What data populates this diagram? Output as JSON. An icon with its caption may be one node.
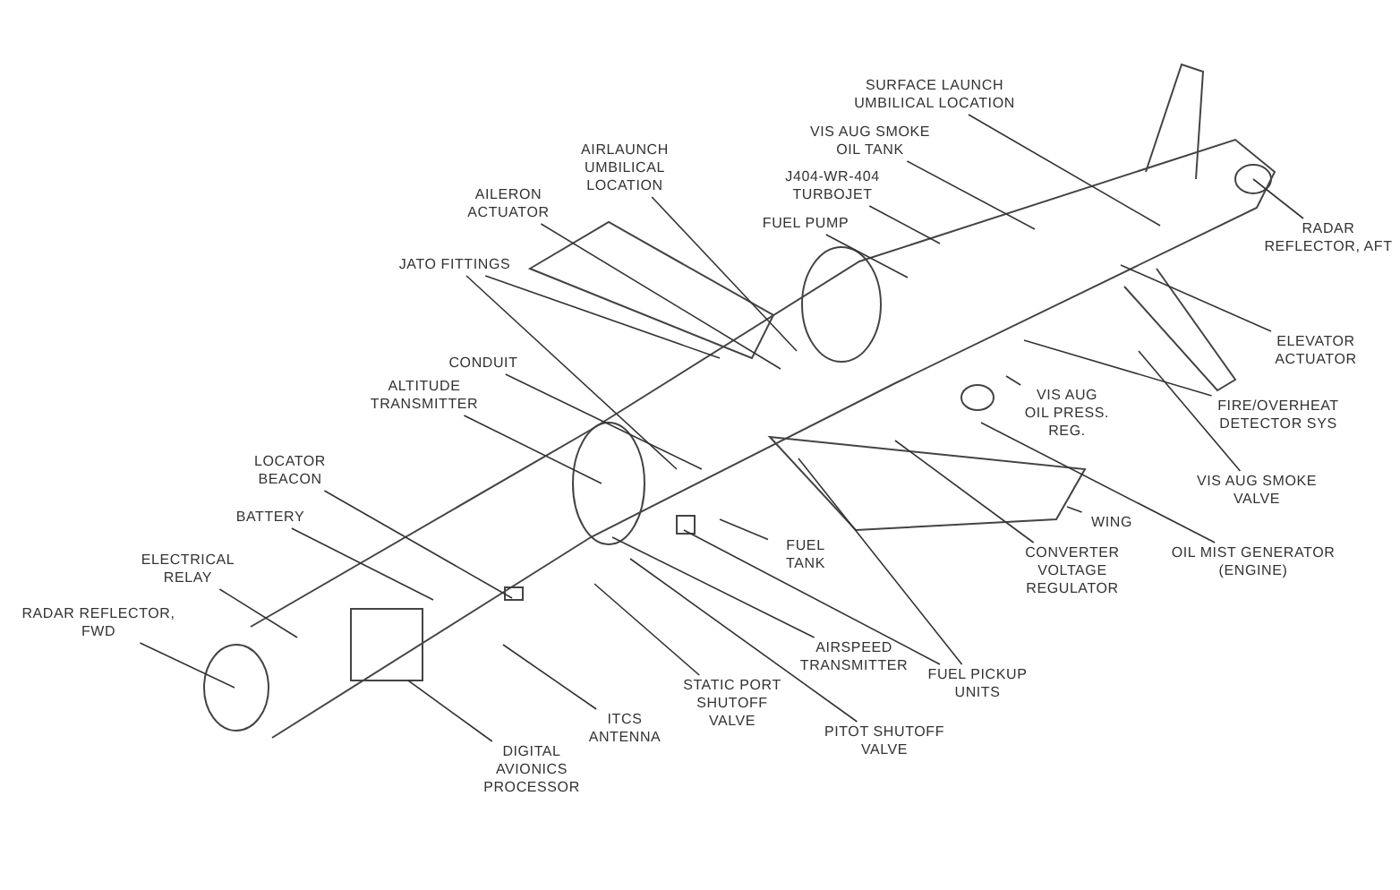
{
  "diagram": {
    "nodes": [
      {
        "text": [
          "SURFACE LAUNCH UMBILICAL LOCATION"
        ]
      },
      {
        "text": [
          "VIS AUG SMOKE OIL TANK"
        ]
      },
      {
        "text": [
          "J404-WR-404 TURBOJET"
        ]
      },
      {
        "text": [
          "FUEL PUMP"
        ]
      },
      {
        "text": [
          "AIRLAUNCH UMBILICAL LOCATION"
        ]
      },
      {
        "text": [
          "AILERON ACTUATOR"
        ]
      },
      {
        "text": [
          "JATO FITTINGS"
        ]
      },
      {
        "text": [
          "CONDUIT"
        ]
      },
      {
        "text": [
          "ALTITUDE TRANSMITTER"
        ]
      },
      {
        "text": [
          "LOCATOR BEACON"
        ]
      },
      {
        "text": [
          "BATTERY"
        ]
      },
      {
        "text": [
          "ELECTRICAL RELAY"
        ]
      },
      {
        "text": [
          "RADAR REFLECTOR, FWD"
        ]
      },
      {
        "text": [
          "DIGITAL AVIONICS PROCESSOR"
        ]
      },
      {
        "text": [
          "ITCS ANTENNA"
        ]
      },
      {
        "text": [
          "STATIC PORT SHUTOFF VALVE"
        ]
      },
      {
        "text": [
          "PITOT SHUTOFF VALVE"
        ]
      },
      {
        "text": [
          "AIRSPEED TRANSMITTER"
        ]
      },
      {
        "text": [
          "FUEL PICKUP UNITS"
        ]
      },
      {
        "text": [
          "FUEL TANK"
        ]
      },
      {
        "text": [
          "CONVERTER VOLTAGE REGULATOR"
        ]
      },
      {
        "text": [
          "WING"
        ]
      },
      {
        "text": [
          "OIL MIST GENERATOR (ENGINE)"
        ]
      },
      {
        "text": [
          "VIS AUG SMOKE VALVE"
        ]
      },
      {
        "text": [
          "VIS AUG OIL PRESS. REG."
        ]
      },
      {
        "text": [
          "FIRE/OVERHEAT DETECTOR SYS"
        ]
      },
      {
        "text": [
          "ELEVATOR ACTUATOR"
        ]
      },
      {
        "text": [
          "RADAR REFLECTOR, AFT"
        ]
      }
    ],
    "edges": [
      {
        "from": 0,
        "to": null,
        "arrow": "none"
      },
      {
        "from": 1,
        "to": null,
        "arrow": "none"
      },
      {
        "from": 2,
        "to": null,
        "arrow": "none"
      },
      {
        "from": 3,
        "to": null,
        "arrow": "none"
      },
      {
        "from": 4,
        "to": null,
        "arrow": "none"
      },
      {
        "from": 5,
        "to": null,
        "arrow": "none"
      },
      {
        "from": 6,
        "to": null,
        "arrow": "none"
      },
      {
        "from": 6,
        "to": null,
        "arrow": "none"
      },
      {
        "from": 7,
        "to": null,
        "arrow": "none"
      },
      {
        "from": 8,
        "to": null,
        "arrow": "none"
      },
      {
        "from": 9,
        "to": null,
        "arrow": "none"
      },
      {
        "from": 10,
        "to": null,
        "arrow": "none"
      },
      {
        "from": 11,
        "to": null,
        "arrow": "none"
      },
      {
        "from": 12,
        "to": null,
        "arrow": "none"
      },
      {
        "from": 13,
        "to": null,
        "arrow": "none"
      },
      {
        "from": 14,
        "to": null,
        "arrow": "none"
      },
      {
        "from": 15,
        "to": null,
        "arrow": "none"
      },
      {
        "from": 16,
        "to": null,
        "arrow": "none"
      },
      {
        "from": 17,
        "to": null,
        "arrow": "none"
      },
      {
        "from": 18,
        "to": null,
        "arrow": "none"
      },
      {
        "from": 18,
        "to": null,
        "arrow": "none"
      },
      {
        "from": 19,
        "to": null,
        "arrow": "none"
      },
      {
        "from": 20,
        "to": null,
        "arrow": "none"
      },
      {
        "from": 21,
        "to": null,
        "arrow": "none"
      },
      {
        "from": 22,
        "to": null,
        "arrow": "none"
      },
      {
        "from": 23,
        "to": null,
        "arrow": "none"
      },
      {
        "from": 24,
        "to": null,
        "arrow": "none"
      },
      {
        "from": 25,
        "to": null,
        "arrow": "none"
      },
      {
        "from": 26,
        "to": null,
        "arrow": "none"
      },
      {
        "from": 27,
        "to": null,
        "arrow": "none"
      }
    ]
  }
}
